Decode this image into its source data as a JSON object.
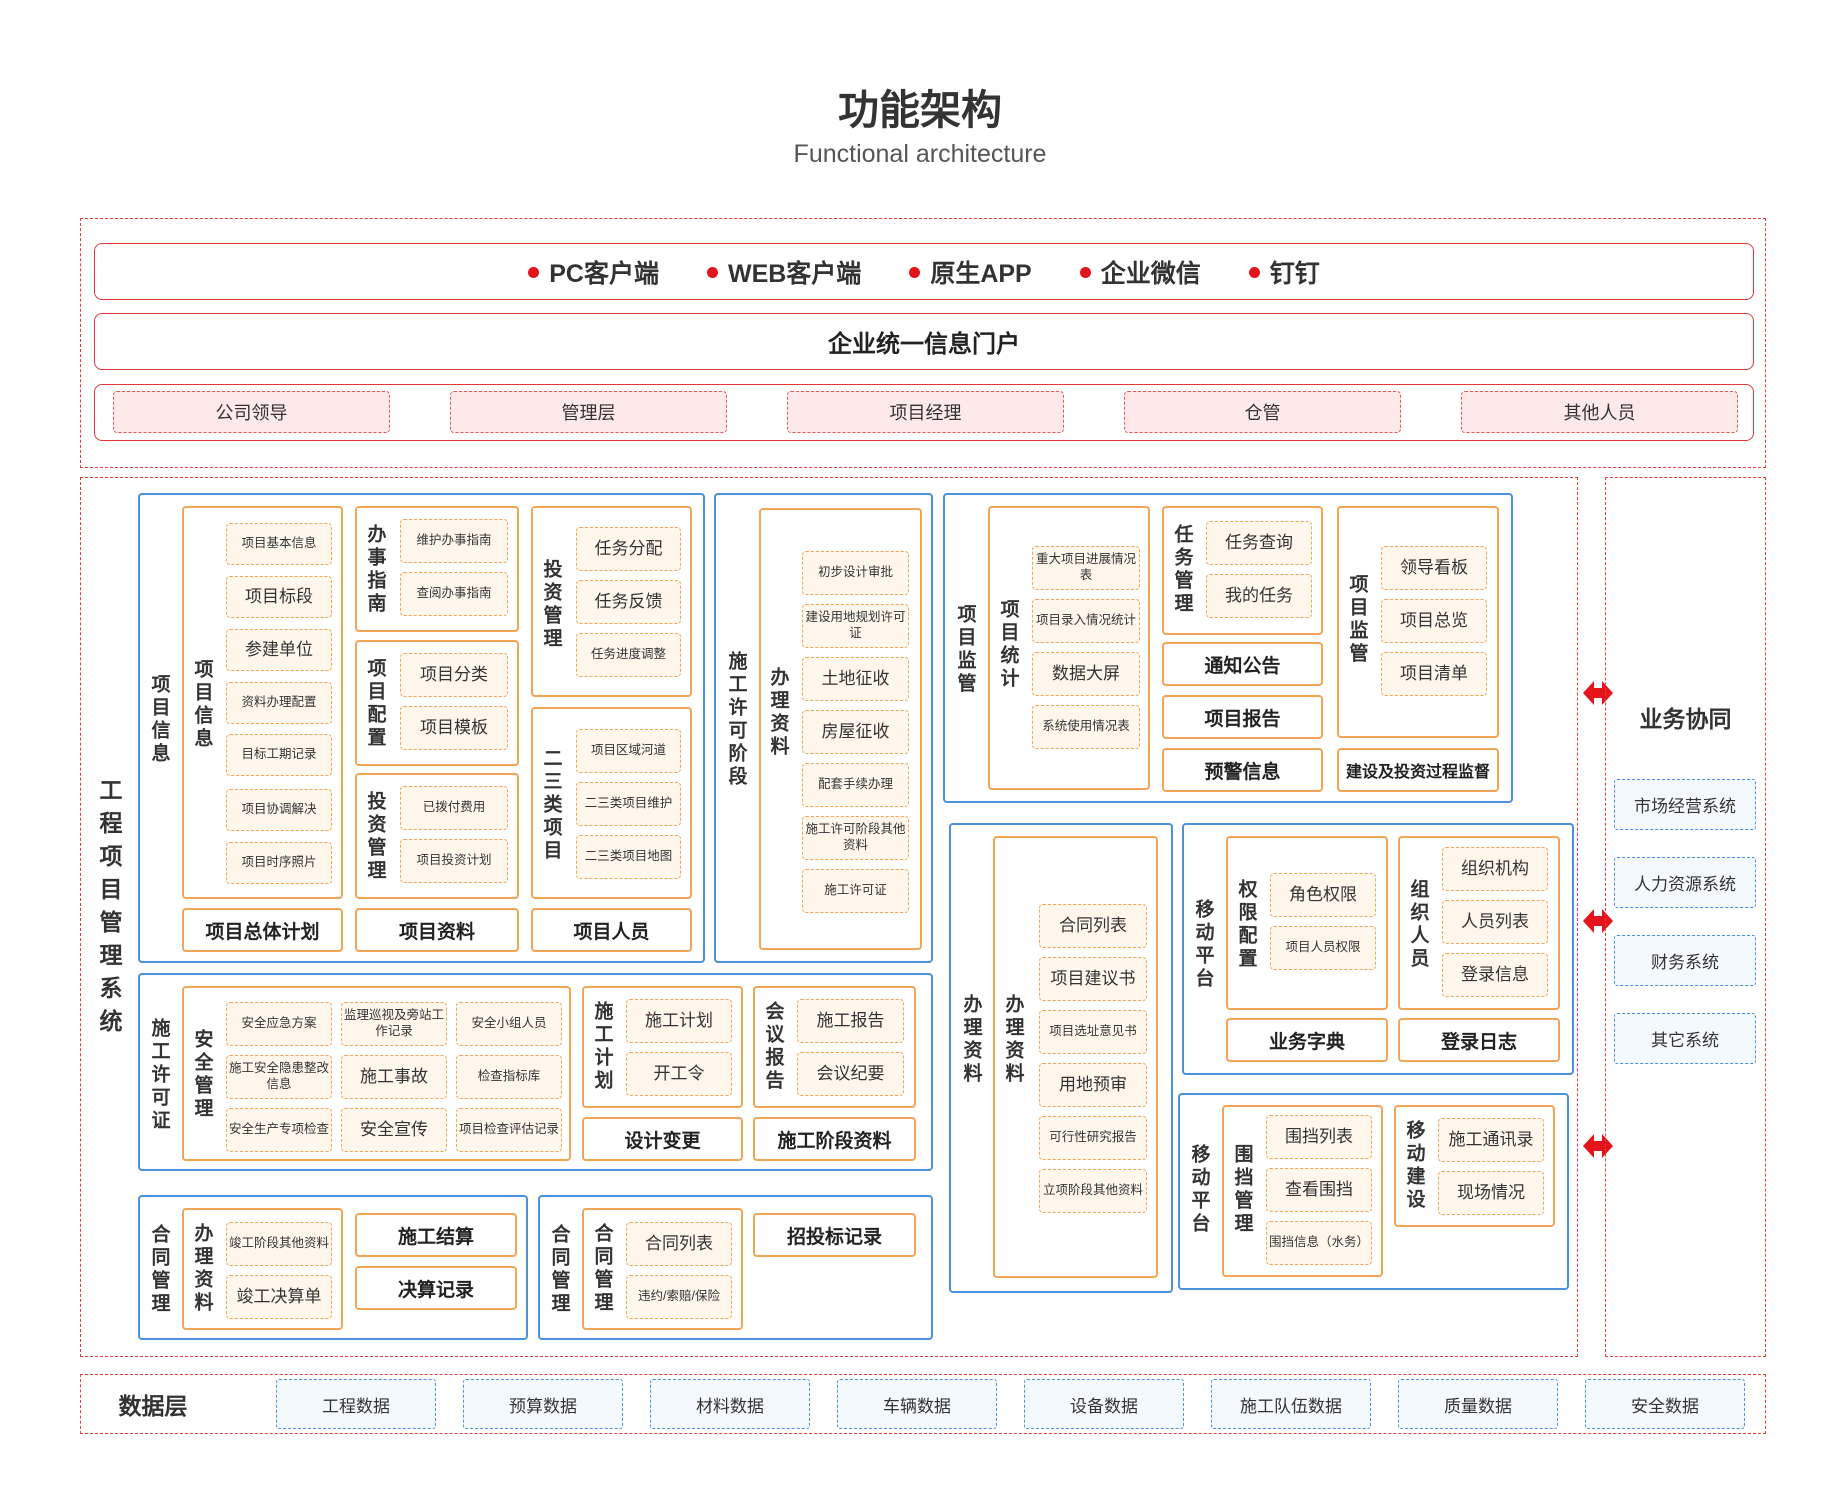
{
  "header": {
    "title": "功能架构",
    "subtitle": "Functional architecture"
  },
  "clients": [
    "PC客户端",
    "WEB客户端",
    "原生APP",
    "企业微信",
    "钉钉"
  ],
  "portal": "企业统一信息门户",
  "roles": [
    "公司领导",
    "管理层",
    "项目经理",
    "仓管",
    "其他人员"
  ],
  "system_label": "工程项目管理系统",
  "p1": {
    "outer": "项目信息",
    "info": {
      "label": "项目信息",
      "items": [
        "项目基本信息",
        "项目标段",
        "参建单位",
        "资料办理配置",
        "目标工期记录",
        "项目协调解决",
        "项目时序照片"
      ]
    },
    "guide": {
      "label": "办事指南",
      "items": [
        "维护办事指南",
        "查阅办事指南"
      ]
    },
    "config": {
      "label": "项目配置",
      "items": [
        "项目分类",
        "项目模板"
      ]
    },
    "invest": {
      "label": "投资管理",
      "items": [
        "已拨付费用",
        "项目投资计划"
      ]
    },
    "invest2": {
      "label": "投资管理",
      "items": [
        "任务分配",
        "任务反馈",
        "任务进度调整"
      ]
    },
    "secondary": {
      "label": "二三类项目",
      "items": [
        "项目区域河道",
        "二三类项目维护",
        "二三类项目地图"
      ]
    },
    "footers": [
      "项目总体计划",
      "项目资料",
      "项目人员"
    ]
  },
  "p2": {
    "outer": "施工许可阶段",
    "label": "办理资料",
    "items": [
      "初步设计审批",
      "建设用地规划许可证",
      "土地征收",
      "房屋征收",
      "配套手续办理",
      "施工许可阶段其他资料",
      "施工许可证"
    ]
  },
  "p3": {
    "outer": "项目监管",
    "stats": {
      "label": "项目统计",
      "items": [
        "重大项目进展情况表",
        "项目录入情况统计",
        "数据大屏",
        "系统使用情况表"
      ]
    },
    "task": {
      "label": "任务管理",
      "items": [
        "任务查询",
        "我的任务"
      ]
    },
    "mid_footers": [
      "通知公告",
      "项目报告",
      "预警信息"
    ],
    "monitor": {
      "label": "项目监管",
      "items": [
        "领导看板",
        "项目总览",
        "项目清单"
      ]
    },
    "right_footer": "建设及投资过程监督"
  },
  "p4": {
    "outer": "施工许可证",
    "safety": {
      "label": "安全管理",
      "items": [
        "安全应急方案",
        "监理巡视及旁站工作记录",
        "安全小组人员",
        "施工安全隐患整改信息",
        "施工事故",
        "检查指标库",
        "安全生产专项检查",
        "安全宣传",
        "项目检查评估记录"
      ]
    },
    "plan": {
      "label": "施工计划",
      "items": [
        "施工计划",
        "开工令"
      ]
    },
    "meeting": {
      "label": "会议报告",
      "items": [
        "施工报告",
        "会议纪要"
      ]
    },
    "footers": [
      "设计变更",
      "施工阶段资料"
    ]
  },
  "p5": {
    "outer": "合同管理",
    "label": "办理资料",
    "items": [
      "竣工阶段其他资料",
      "竣工决算单"
    ],
    "right": [
      "施工结算",
      "决算记录"
    ]
  },
  "p6": {
    "outer": "合同管理",
    "label": "合同管理",
    "items": [
      "合同列表",
      "违约/索赔/保险"
    ],
    "right": "招投标记录"
  },
  "p7": {
    "outer": "办理资料",
    "label": "办理资料",
    "items": [
      "合同列表",
      "项目建议书",
      "项目选址意见书",
      "用地预审",
      "可行性研究报告",
      "立项阶段其他资料"
    ]
  },
  "p8": {
    "outer": "移动平台",
    "perm": {
      "label": "权限配置",
      "items": [
        "角色权限",
        "项目人员权限"
      ]
    },
    "org": {
      "label": "组织人员",
      "items": [
        "组织机构",
        "人员列表",
        "登录信息"
      ]
    },
    "footers": [
      "业务字典",
      "登录日志"
    ]
  },
  "p9": {
    "outer": "移动平台",
    "fence": {
      "label": "围挡管理",
      "items": [
        "围挡列表",
        "查看围挡",
        "围挡信息（水务）"
      ]
    },
    "build": {
      "label": "移动建设",
      "items": [
        "施工通讯录",
        "现场情况"
      ]
    }
  },
  "collab": {
    "title": "业务协同",
    "items": [
      "市场经营系统",
      "人力资源系统",
      "财务系统",
      "其它系统"
    ]
  },
  "data_layer": {
    "label": "数据层",
    "items": [
      "工程数据",
      "预算数据",
      "材料数据",
      "车辆数据",
      "设备数据",
      "施工队伍数据",
      "质量数据",
      "安全数据"
    ]
  },
  "colors": {
    "red": "#e23a3a",
    "blue": "#4a93dc",
    "orange": "#f2a555",
    "arrow": "#e5141b"
  }
}
